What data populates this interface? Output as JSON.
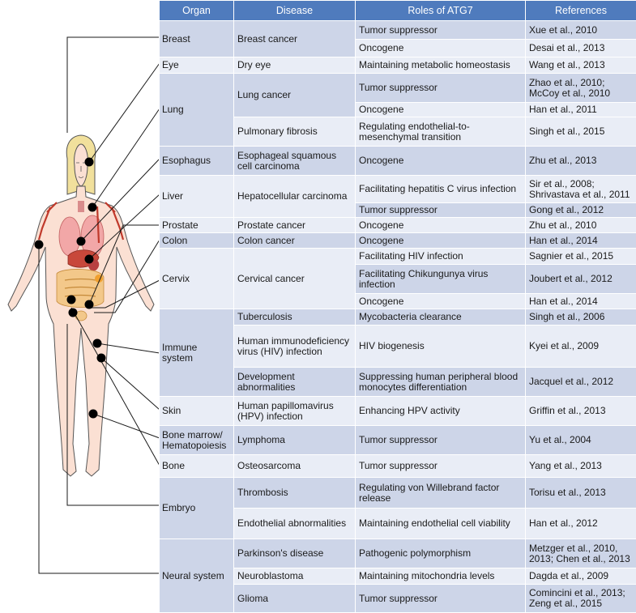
{
  "header": {
    "organ": "Organ",
    "disease": "Disease",
    "role": "Roles of ATG7",
    "references": "References"
  },
  "groups": [
    {
      "organ": "Breast",
      "diseases": [
        {
          "disease": "Breast cancer",
          "roles": [
            {
              "role": "Tumor suppressor",
              "ref": "Xue et al., 2010"
            },
            {
              "role": "Oncogene",
              "ref": "Desai et al., 2013"
            }
          ]
        }
      ]
    },
    {
      "organ": "Eye",
      "diseases": [
        {
          "disease": "Dry eye",
          "roles": [
            {
              "role": "Maintaining metabolic homeostasis",
              "ref": "Wang et al., 2013"
            }
          ]
        }
      ]
    },
    {
      "organ": "Lung",
      "diseases": [
        {
          "disease": "Lung cancer",
          "roles": [
            {
              "role": "Tumor suppressor",
              "ref": "Zhao et al., 2010; McCoy et al., 2010"
            },
            {
              "role": "Oncogene",
              "ref": "Han et al., 2011"
            }
          ]
        },
        {
          "disease": "Pulmonary fibrosis",
          "roles": [
            {
              "role": "Regulating endothelial-to-mesenchymal transition",
              "ref": "Singh et al., 2015"
            }
          ]
        }
      ]
    },
    {
      "organ": "Esophagus",
      "diseases": [
        {
          "disease": "Esophageal squamous cell carcinoma",
          "roles": [
            {
              "role": "Oncogene",
              "ref": "Zhu et al., 2013"
            }
          ]
        }
      ]
    },
    {
      "organ": "Liver",
      "diseases": [
        {
          "disease": "Hepatocellular carcinoma",
          "roles": [
            {
              "role": "Facilitating hepatitis C virus infection",
              "ref": "Sir et al., 2008; Shrivastava et al., 2011"
            },
            {
              "role": "Tumor suppressor",
              "ref": "Gong et al., 2012"
            }
          ]
        }
      ]
    },
    {
      "organ": "Prostate",
      "diseases": [
        {
          "disease": "Prostate cancer",
          "roles": [
            {
              "role": "Oncogene",
              "ref": "Zhu et al., 2010"
            }
          ]
        }
      ]
    },
    {
      "organ": "Colon",
      "diseases": [
        {
          "disease": "Colon cancer",
          "roles": [
            {
              "role": "Oncogene",
              "ref": "Han et al., 2014"
            }
          ]
        }
      ]
    },
    {
      "organ": "Cervix",
      "diseases": [
        {
          "disease": "Cervical cancer",
          "roles": [
            {
              "role": "Facilitating HIV infection",
              "ref": "Sagnier et al., 2015"
            },
            {
              "role": "Facilitating Chikungunya virus infection",
              "ref": "Joubert et al., 2012"
            },
            {
              "role": "Oncogene",
              "ref": "Han et al., 2014"
            }
          ]
        }
      ]
    },
    {
      "organ": "Immune system",
      "diseases": [
        {
          "disease": "Tuberculosis",
          "roles": [
            {
              "role": "Mycobacteria clearance",
              "ref": "Singh et al., 2006"
            }
          ]
        },
        {
          "disease": "Human immunodeficiency virus (HIV) infection",
          "roles": [
            {
              "role": "HIV biogenesis",
              "ref": "Kyei et al., 2009"
            }
          ]
        },
        {
          "disease": "Development abnormalities",
          "roles": [
            {
              "role": "Suppressing human peripheral blood monocytes differentiation",
              "ref": "Jacquel et al., 2012"
            }
          ]
        }
      ]
    },
    {
      "organ": "Skin",
      "diseases": [
        {
          "disease": "Human papillomavirus (HPV) infection",
          "roles": [
            {
              "role": "Enhancing HPV activity",
              "ref": "Griffin et al., 2013"
            }
          ]
        }
      ]
    },
    {
      "organ": "Bone marrow/ Hematopoiesis",
      "diseases": [
        {
          "disease": "Lymphoma",
          "roles": [
            {
              "role": "Tumor suppressor",
              "ref": "Yu et al., 2004"
            }
          ]
        }
      ]
    },
    {
      "organ": "Bone",
      "diseases": [
        {
          "disease": "Osteosarcoma",
          "roles": [
            {
              "role": "Tumor suppressor",
              "ref": "Yang et al., 2013"
            }
          ]
        }
      ]
    },
    {
      "organ": "Embryo",
      "diseases": [
        {
          "disease": "Thrombosis",
          "roles": [
            {
              "role": "Regulating von Willebrand factor release",
              "ref": "Torisu et al., 2013"
            }
          ]
        },
        {
          "disease": "Endothelial abnormalities",
          "roles": [
            {
              "role": "Maintaining endothelial cell viability",
              "ref": "Han et al., 2012"
            }
          ]
        }
      ]
    },
    {
      "organ": "Neural system",
      "diseases": [
        {
          "disease": "Parkinson's disease",
          "roles": [
            {
              "role": "Pathogenic polymorphism",
              "ref": "Metzger et al., 2010, 2013; Chen et al., 2013"
            }
          ]
        },
        {
          "disease": "Neuroblastoma",
          "roles": [
            {
              "role": "Maintaining mitochondria levels",
              "ref": "Dagda et al., 2009"
            }
          ]
        },
        {
          "disease": "Glioma",
          "roles": [
            {
              "role": "Tumor suppressor",
              "ref": "Comincini et al., 2013; Zeng et al., 2015"
            }
          ]
        }
      ]
    }
  ]
}
